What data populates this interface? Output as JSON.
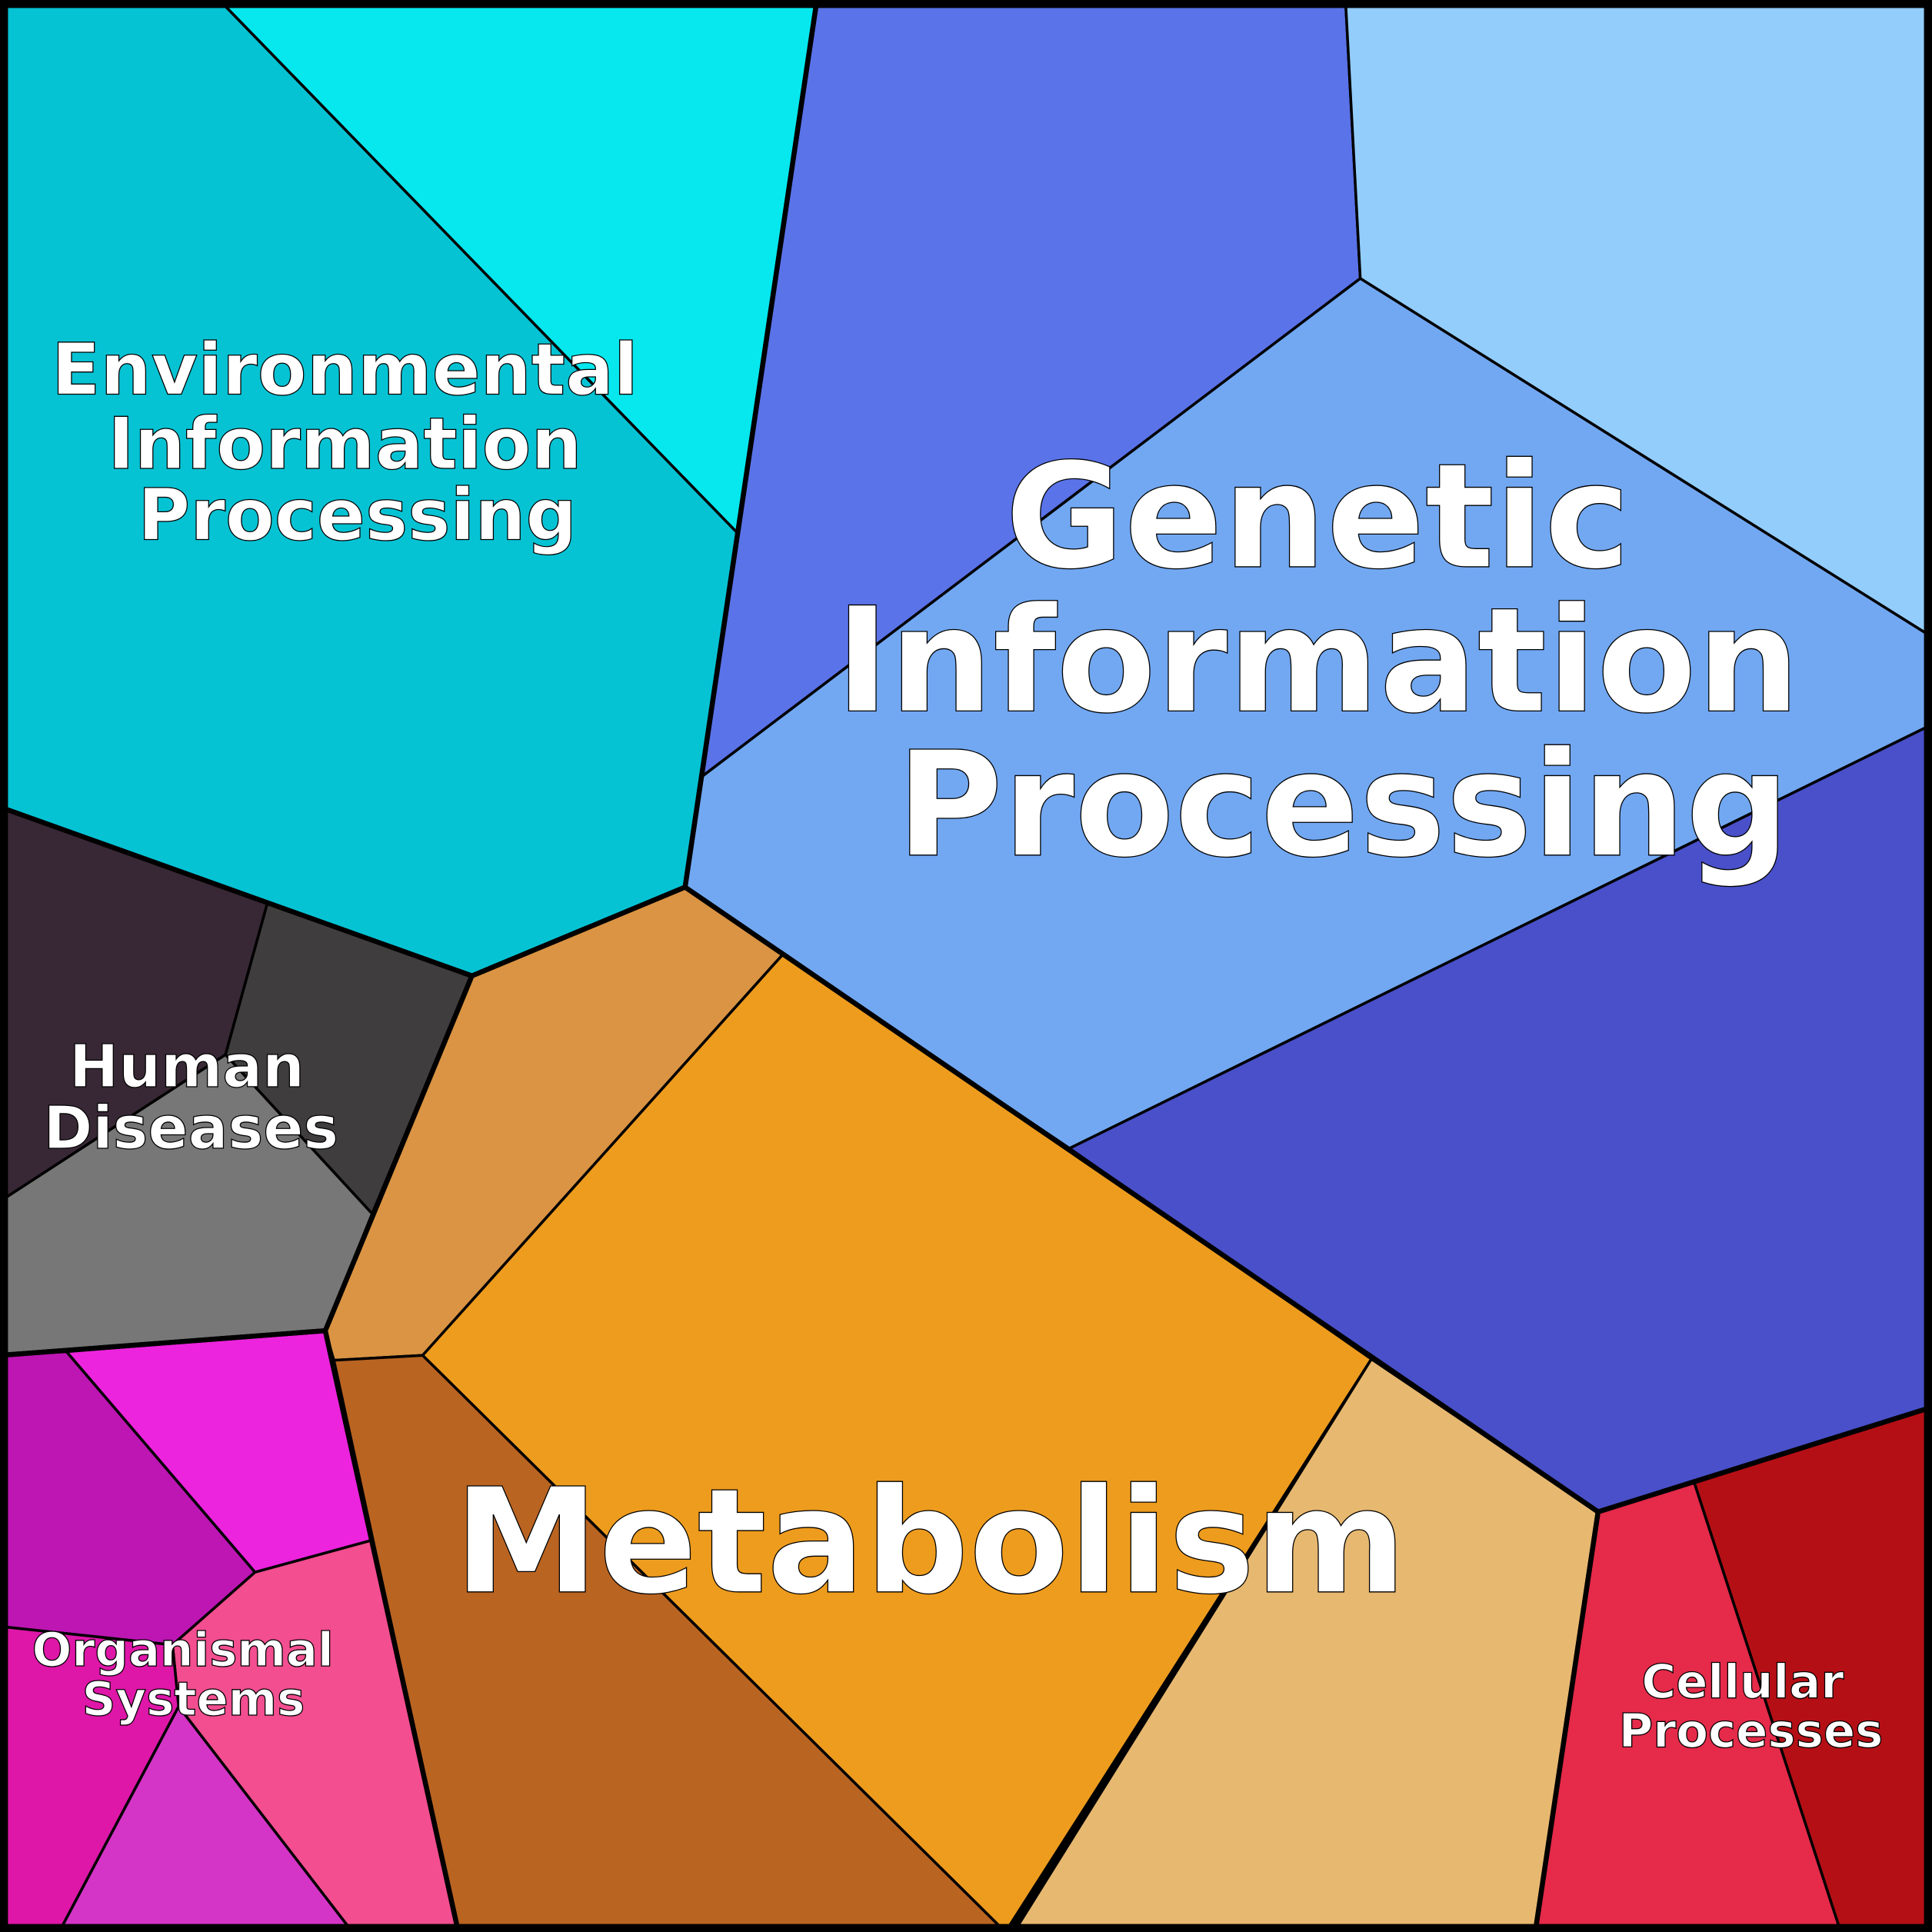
{
  "groups": [
    {
      "id": "environmental",
      "label_lines": [
        "Environmental",
        "Information",
        "Processing"
      ],
      "colors": [
        "#06c3d4",
        "#06e8ee"
      ]
    },
    {
      "id": "genetic",
      "label_lines": [
        "Genetic",
        "Information",
        "Processing"
      ],
      "colors": [
        "#5a73e8",
        "#93cdfb",
        "#72a8f2",
        "#4950c9"
      ]
    },
    {
      "id": "metabolism",
      "label_lines": [
        "Metabolism"
      ],
      "colors": [
        "#da9443",
        "#ee9c1e",
        "#e7b870",
        "#ba6422"
      ]
    },
    {
      "id": "human-diseases",
      "label_lines": [
        "Human",
        "Diseases"
      ],
      "colors": [
        "#382835",
        "#403d3e",
        "#777777"
      ]
    },
    {
      "id": "organismal",
      "label_lines": [
        "Organismal",
        "Systems"
      ],
      "colors": [
        "#bd16b3",
        "#ec24dd",
        "#f24e90",
        "#de17a8",
        "#d435c6"
      ]
    },
    {
      "id": "cellular",
      "label_lines": [
        "Cellular",
        "Processes"
      ],
      "colors": [
        "#e52a4a",
        "#b50f16"
      ]
    }
  ]
}
